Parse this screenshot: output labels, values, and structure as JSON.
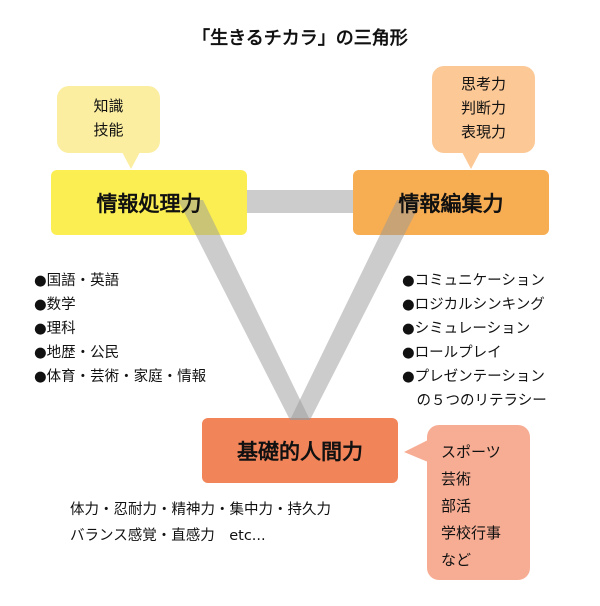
{
  "title": "「生きるチカラ」の三角形",
  "boxes": {
    "info_processing": "情報処理力",
    "info_editing": "情報編集力",
    "basic_human": "基礎的人間力"
  },
  "bubbles": {
    "knowledge": [
      "知識",
      "技能"
    ],
    "thinking": [
      "思考力",
      "判断力",
      "表現力"
    ],
    "activities": [
      "スポーツ",
      "芸術",
      "部活",
      "学校行事",
      "など"
    ]
  },
  "left_list": [
    "●国語・英語",
    "●数学",
    "●理科",
    "●地歴・公民",
    "●体育・芸術・家庭・情報"
  ],
  "right_list": [
    "●コミュニケーション",
    "●ロジカルシンキング",
    "●シミュレーション",
    "●ロールプレイ",
    "●プレゼンテーション",
    "　の５つのリテラシー"
  ],
  "bottom_text": [
    "体力・忍耐力・精神力・集中力・持久力",
    "バランス感覚・直感力　etc..."
  ],
  "colors": {
    "yellow": "#fbee52",
    "yellow_bubble": "#fbeea0",
    "orange": "#f7ad52",
    "orange_bubble": "#fbc896",
    "red": "#f2845a",
    "red_bubble": "#f7ad94",
    "gray": "#aaaaaa"
  }
}
